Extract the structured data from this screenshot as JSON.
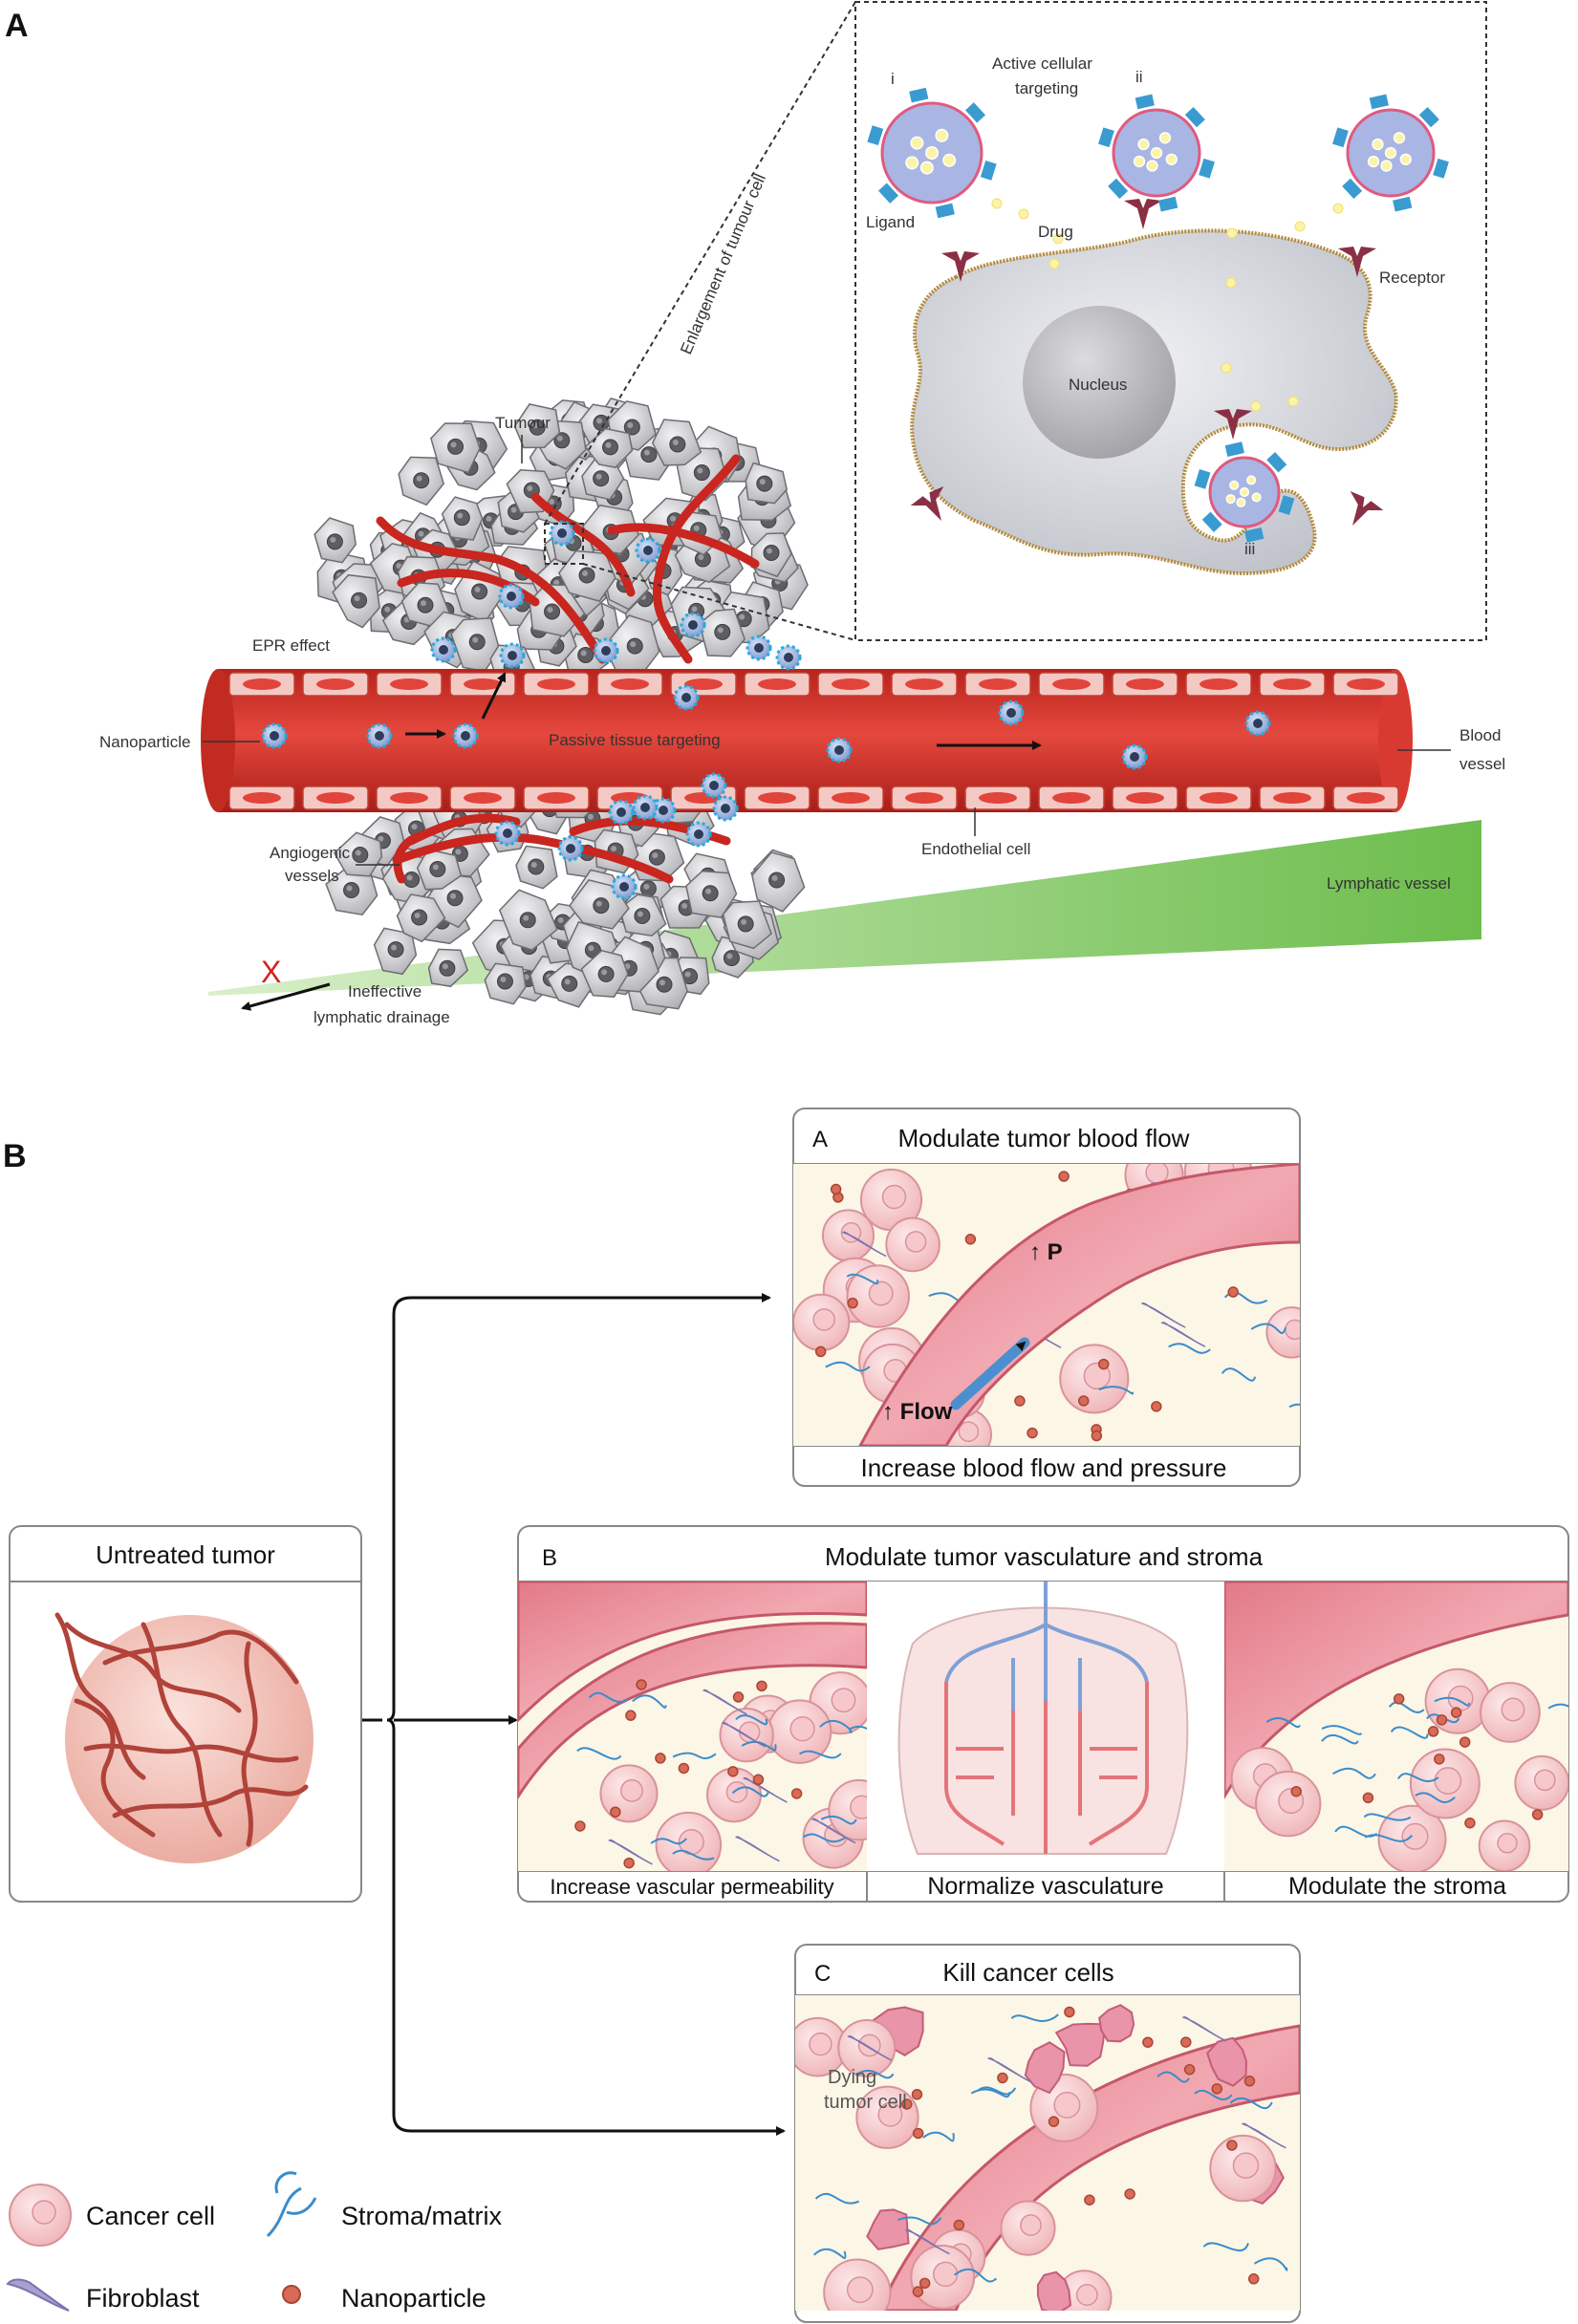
{
  "panelA": {
    "panel_letter": "A",
    "enlargement_label": "Enlargement of tumour cell",
    "tumour_label": "Tumour",
    "epr_label": "EPR effect",
    "nanoparticle_label": "Nanoparticle",
    "passive_label": "Passive tissue targeting",
    "blood_vessel_label_1": "Blood",
    "blood_vessel_label_2": "vessel",
    "endothelial_label": "Endothelial cell",
    "angiogenic_label_1": "Angiogenic",
    "angiogenic_label_2": "vessels",
    "lymphatic_label": "Lymphatic vessel",
    "drainage_mark": "X",
    "drainage_label_1": "Ineffective",
    "drainage_label_2": "lymphatic drainage",
    "inset": {
      "active_label_1": "Active cellular",
      "active_label_2": "targeting",
      "numeral_i": "i",
      "numeral_ii": "ii",
      "numeral_iii": "iii",
      "ligand_label": "Ligand",
      "drug_label": "Drug",
      "receptor_label": "Receptor",
      "nucleus_label": "Nucleus"
    },
    "colors": {
      "vessel": "#d9342b",
      "lymph": "#6fbf4f",
      "cell_gray": "#c8c8cc",
      "ligand": "#3a9bd1",
      "receptor": "#8b2f45"
    }
  },
  "panelB": {
    "panel_letter": "B",
    "untreated": {
      "title": "Untreated tumor"
    },
    "boxA": {
      "letter": "A",
      "title": "Modulate tumor blood flow",
      "caption": "Increase blood flow and pressure",
      "flow_label": "↑ Flow",
      "pressure_label": "↑ P"
    },
    "boxB": {
      "letter": "B",
      "title": "Modulate tumor vasculature and stroma",
      "sub1": "Increase vascular permeability",
      "sub2": "Normalize vasculature",
      "sub3": "Modulate the stroma"
    },
    "boxC": {
      "letter": "C",
      "title": "Kill cancer cells",
      "dying_label_1": "Dying",
      "dying_label_2": "tumor cell"
    },
    "legend": {
      "cancer_cell": "Cancer cell",
      "stroma": "Stroma/matrix",
      "fibroblast": "Fibroblast",
      "nanoparticle": "Nanoparticle"
    },
    "colors": {
      "vessel_pink": "#e8818f",
      "bg_cream": "#fbf6e6",
      "cell_pink": "#f7cfd0",
      "nanoparticle": "#d86a57",
      "stroma": "#3b8cc9",
      "fibroblast": "#9a93c4"
    }
  }
}
